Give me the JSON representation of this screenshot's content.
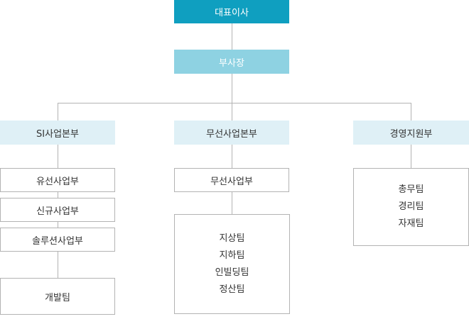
{
  "ceo": {
    "label": "대표이사"
  },
  "vp": {
    "label": "부사장"
  },
  "divisions": [
    {
      "label": "SI사업본부",
      "units": [
        "유선사업부",
        "신규사업부",
        "솔루션사업부"
      ],
      "team": "개발팀"
    },
    {
      "label": "무선사업본부",
      "units": [
        "무선사업부"
      ],
      "teams": [
        "지상팀",
        "지하팀",
        "인빌딩팀",
        "정산팀"
      ]
    },
    {
      "label": "경영지원부",
      "teams": [
        "총무팀",
        "경리팀",
        "자재팀"
      ]
    }
  ],
  "colors": {
    "ceo_fill": "#0f9fc0",
    "vp_fill": "#8ed2e2",
    "division_fill": "#dff0f6",
    "unit_border": "#b3b3b3",
    "connector": "#b3b3b3"
  }
}
